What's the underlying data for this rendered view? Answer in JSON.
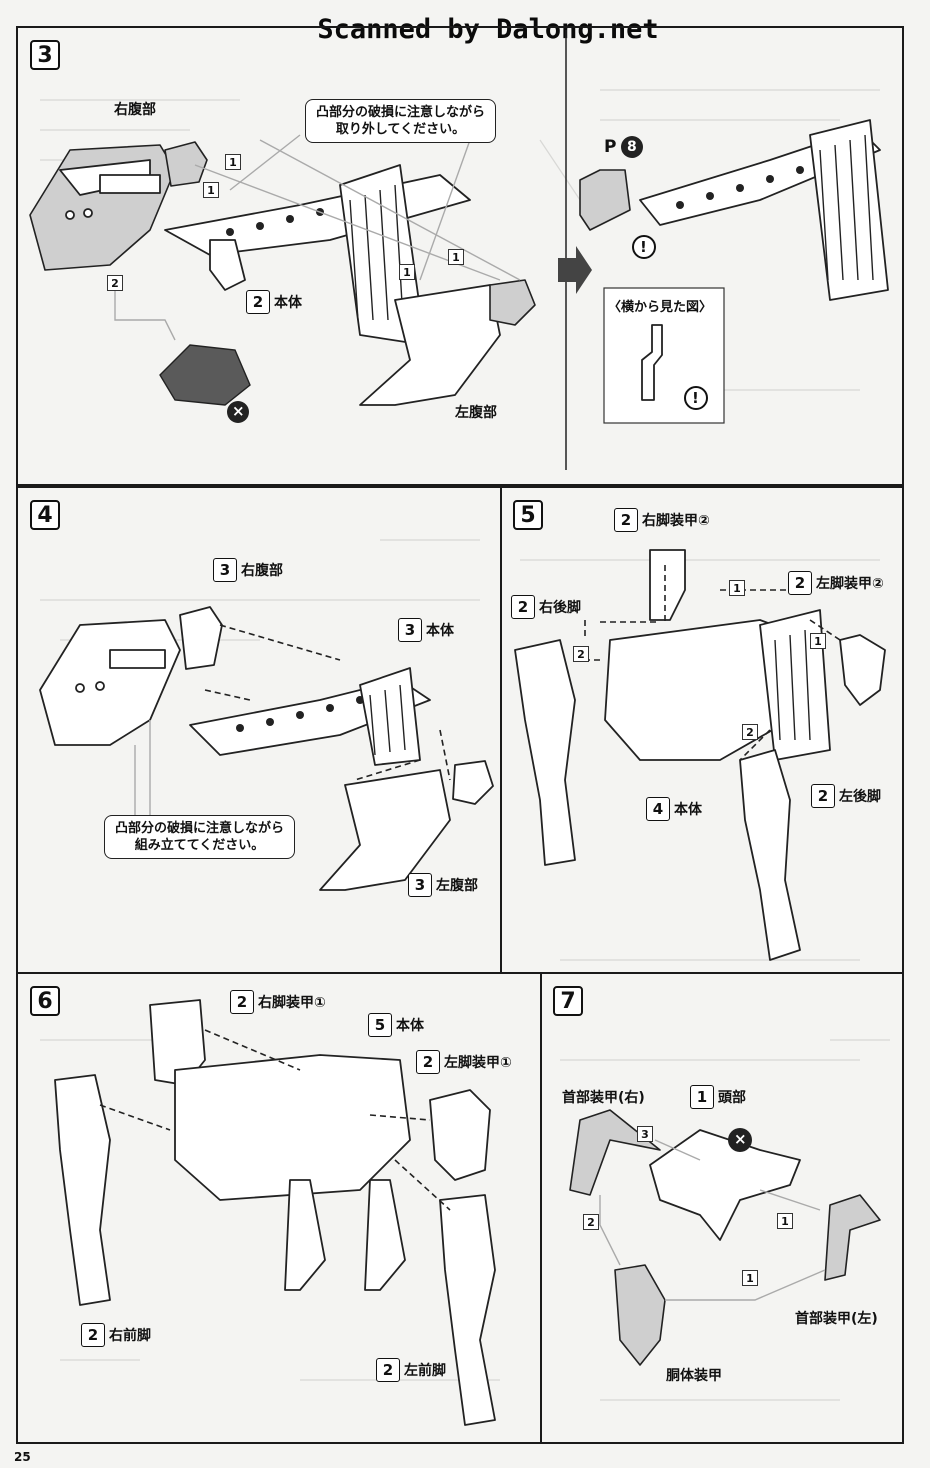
{
  "watermark": "Scanned by Dalong.net",
  "page_number": "25",
  "steps": {
    "s3": {
      "number": "3",
      "callout_line1": "凸部分の破損に注意しながら",
      "callout_line2": "取り外してください。",
      "right_abdomen": "右腹部",
      "body_num": "2",
      "body": "本体",
      "left_abdomen": "左腹部",
      "seq1": "1",
      "seq2": "2",
      "part_ref_prefix": "P",
      "part_ref_num": "8",
      "side_view": "〈横から見た図〉",
      "caution": "!",
      "prohibit": "×"
    },
    "s4": {
      "number": "4",
      "right_abdomen_num": "3",
      "right_abdomen": "右腹部",
      "body_num": "3",
      "body": "本体",
      "left_abdomen_num": "3",
      "left_abdomen": "左腹部",
      "callout_line1": "凸部分の破損に注意しながら",
      "callout_line2": "組み立ててください。"
    },
    "s5": {
      "number": "5",
      "right_leg_armor2_num": "2",
      "right_leg_armor2": "右脚装甲②",
      "left_leg_armor2_num": "2",
      "left_leg_armor2": "左脚装甲②",
      "right_hind_leg_num": "2",
      "right_hind_leg": "右後脚",
      "left_hind_leg_num": "2",
      "left_hind_leg": "左後脚",
      "body_num": "4",
      "body": "本体",
      "seq1": "1",
      "seq2": "2"
    },
    "s6": {
      "number": "6",
      "right_leg_armor1_num": "2",
      "right_leg_armor1": "右脚装甲①",
      "body_num": "5",
      "body": "本体",
      "left_leg_armor1_num": "2",
      "left_leg_armor1": "左脚装甲①",
      "right_front_leg_num": "2",
      "right_front_leg": "右前脚",
      "left_front_leg_num": "2",
      "left_front_leg": "左前脚"
    },
    "s7": {
      "number": "7",
      "neck_armor_right": "首部装甲(右)",
      "head_num": "1",
      "head": "頭部",
      "neck_armor_left": "首部装甲(左)",
      "torso_armor": "胴体装甲",
      "seq1": "1",
      "seq2": "2",
      "seq3": "3",
      "prohibit": "×"
    }
  }
}
